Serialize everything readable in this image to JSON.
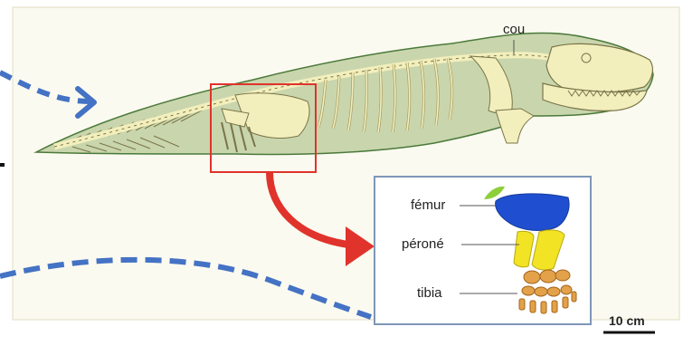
{
  "labels": {
    "neck": "cou",
    "femur": "fémur",
    "fibula": "péroné",
    "tibia": "tibia"
  },
  "scale_bar": {
    "label": "10 cm"
  },
  "colors": {
    "panel_bg": "#fbfaf0",
    "body_fill": "#c9d5ad",
    "body_outline": "#4b7a3a",
    "bone": "#f3efbd",
    "bone_outline": "#7a7548",
    "highlight_box": "#e0332c",
    "arrow_red": "#e0332c",
    "dashed_arrow": "#4472c4",
    "inset_border": "#7f97b8",
    "inset_bg": "#ffffff",
    "femur_blue": "#1f4fd0",
    "fibula_yellow": "#f2e324",
    "tibia_orange": "#e3a14a",
    "green_bone": "#8ccf3a"
  }
}
